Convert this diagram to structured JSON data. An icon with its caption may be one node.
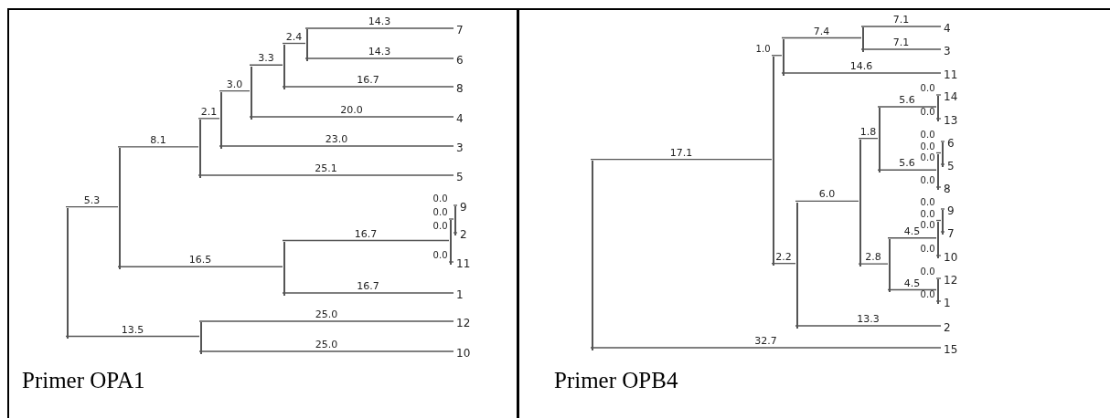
{
  "diagram": {
    "nodes": [
      {
        "text": [
          "Primer OPA1"
        ]
      },
      {
        "text": [
          "Primer OPB4"
        ]
      },
      {
        "text": [],
        "shape": "bar",
        "in": 0
      },
      {
        "text": [],
        "shape": "bar",
        "in": 0
      },
      {
        "text": [],
        "shape": "bar",
        "in": 0
      },
      {
        "text": [],
        "shape": "bar",
        "in": 0
      },
      {
        "text": [],
        "shape": "bar",
        "in": 0
      },
      {
        "text": [],
        "shape": "bar",
        "in": 0
      },
      {
        "text": [],
        "shape": "bar",
        "in": 0
      },
      {
        "text": [],
        "shape": "bar",
        "in": 0
      },
      {
        "text": [],
        "shape": "bar",
        "in": 0
      },
      {
        "text": [],
        "shape": "bar",
        "in": 0
      },
      {
        "text": [],
        "shape": "bar",
        "in": 0
      },
      {
        "text": [
          "7"
        ],
        "in": 0
      },
      {
        "text": [
          "6"
        ],
        "in": 0
      },
      {
        "text": [
          "8"
        ],
        "in": 0
      },
      {
        "text": [
          "4"
        ],
        "in": 0
      },
      {
        "text": [
          "3"
        ],
        "in": 0
      },
      {
        "text": [
          "5"
        ],
        "in": 0
      },
      {
        "text": [
          "9"
        ],
        "in": 0
      },
      {
        "text": [
          "2"
        ],
        "in": 0
      },
      {
        "text": [
          "11"
        ],
        "in": 0
      },
      {
        "text": [
          "1"
        ],
        "in": 0
      },
      {
        "text": [
          "12"
        ],
        "in": 0
      },
      {
        "text": [
          "10"
        ],
        "in": 0
      },
      {
        "text": [],
        "shape": "bar",
        "in": 1
      },
      {
        "text": [],
        "shape": "bar",
        "in": 1
      },
      {
        "text": [],
        "shape": "bar",
        "in": 1
      },
      {
        "text": [],
        "shape": "bar",
        "in": 1
      },
      {
        "text": [],
        "shape": "bar",
        "in": 1
      },
      {
        "text": [],
        "shape": "bar",
        "in": 1
      },
      {
        "text": [],
        "shape": "bar",
        "in": 1
      },
      {
        "text": [],
        "shape": "bar",
        "in": 1
      },
      {
        "text": [],
        "shape": "bar",
        "in": 1
      },
      {
        "text": [],
        "shape": "bar",
        "in": 1
      },
      {
        "text": [],
        "shape": "bar",
        "in": 1
      },
      {
        "text": [],
        "shape": "bar",
        "in": 1
      },
      {
        "text": [],
        "shape": "bar",
        "in": 1
      },
      {
        "text": [],
        "shape": "bar",
        "in": 1
      },
      {
        "text": [
          "4"
        ],
        "in": 1
      },
      {
        "text": [
          "3"
        ],
        "in": 1
      },
      {
        "text": [
          "11"
        ],
        "in": 1
      },
      {
        "text": [
          "14"
        ],
        "in": 1
      },
      {
        "text": [
          "13"
        ],
        "in": 1
      },
      {
        "text": [
          "6"
        ],
        "in": 1
      },
      {
        "text": [
          "5"
        ],
        "in": 1
      },
      {
        "text": [
          "8"
        ],
        "in": 1
      },
      {
        "text": [
          "9"
        ],
        "in": 1
      },
      {
        "text": [
          "7"
        ],
        "in": 1
      },
      {
        "text": [
          "10"
        ],
        "in": 1
      },
      {
        "text": [
          "12"
        ],
        "in": 1
      },
      {
        "text": [
          "1"
        ],
        "in": 1
      },
      {
        "text": [
          "2"
        ],
        "in": 1
      },
      {
        "text": [
          "15"
        ],
        "in": 1
      }
    ],
    "edges": [
      {
        "from": 2,
        "to": 3,
        "arrow": "none",
        "label": "5.3"
      },
      {
        "from": 2,
        "to": 5,
        "arrow": "none",
        "label": "13.5"
      },
      {
        "from": 3,
        "to": 4,
        "arrow": "none",
        "label": "8.1"
      },
      {
        "from": 3,
        "to": 9,
        "arrow": "none",
        "label": "16.5"
      },
      {
        "from": 4,
        "to": 6,
        "arrow": "none",
        "label": "2.1"
      },
      {
        "from": 4,
        "to": 18,
        "arrow": "none",
        "label": "25.1"
      },
      {
        "from": 6,
        "to": 7,
        "arrow": "none",
        "label": "3.0"
      },
      {
        "from": 6,
        "to": 17,
        "arrow": "none",
        "label": "23.0"
      },
      {
        "from": 7,
        "to": 8,
        "arrow": "none",
        "label": "3.3"
      },
      {
        "from": 7,
        "to": 16,
        "arrow": "none",
        "label": "20.0"
      },
      {
        "from": 8,
        "to": 10,
        "arrow": "none",
        "label": "2.4"
      },
      {
        "from": 8,
        "to": 15,
        "arrow": "none",
        "label": "16.7"
      },
      {
        "from": 10,
        "to": 13,
        "arrow": "none",
        "label": "14.3"
      },
      {
        "from": 10,
        "to": 14,
        "arrow": "none",
        "label": "14.3"
      },
      {
        "from": 9,
        "to": 11,
        "arrow": "none",
        "label": "16.7"
      },
      {
        "from": 9,
        "to": 22,
        "arrow": "none",
        "label": "16.7"
      },
      {
        "from": 11,
        "to": 12,
        "arrow": "none",
        "label": "0.0"
      },
      {
        "from": 11,
        "to": 21,
        "arrow": "none",
        "label": "0.0"
      },
      {
        "from": 12,
        "to": 19,
        "arrow": "none",
        "label": "0.0"
      },
      {
        "from": 12,
        "to": 20,
        "arrow": "none",
        "label": "0.0"
      },
      {
        "from": 5,
        "to": 23,
        "arrow": "none",
        "label": "25.0"
      },
      {
        "from": 5,
        "to": 24,
        "arrow": "none",
        "label": "25.0"
      },
      {
        "from": 25,
        "to": 26,
        "arrow": "none",
        "label": "17.1"
      },
      {
        "from": 25,
        "to": 53,
        "arrow": "none",
        "label": "32.7"
      },
      {
        "from": 26,
        "to": 27,
        "arrow": "none",
        "label": "1.0"
      },
      {
        "from": 26,
        "to": 28,
        "arrow": "none",
        "label": "2.2"
      },
      {
        "from": 27,
        "to": 30,
        "arrow": "none",
        "label": "7.4"
      },
      {
        "from": 27,
        "to": 41,
        "arrow": "none",
        "label": "14.6"
      },
      {
        "from": 30,
        "to": 39,
        "arrow": "none",
        "label": "7.1"
      },
      {
        "from": 30,
        "to": 40,
        "arrow": "none",
        "label": "7.1"
      },
      {
        "from": 28,
        "to": 29,
        "arrow": "none",
        "label": "6.0"
      },
      {
        "from": 28,
        "to": 52,
        "arrow": "none",
        "label": "13.3"
      },
      {
        "from": 29,
        "to": 31,
        "arrow": "none",
        "label": "1.8"
      },
      {
        "from": 29,
        "to": 32,
        "arrow": "none",
        "label": "2.8"
      },
      {
        "from": 31,
        "to": 33,
        "arrow": "none",
        "label": "5.6"
      },
      {
        "from": 31,
        "to": 34,
        "arrow": "none",
        "label": "5.6"
      },
      {
        "from": 33,
        "to": 42,
        "arrow": "none",
        "label": "0.0"
      },
      {
        "from": 33,
        "to": 43,
        "arrow": "none",
        "label": "0.0"
      },
      {
        "from": 34,
        "to": 37,
        "arrow": "none",
        "label": "0.0"
      },
      {
        "from": 34,
        "to": 46,
        "arrow": "none",
        "label": "0.0"
      },
      {
        "from": 37,
        "to": 44,
        "arrow": "none",
        "label": "0.0"
      },
      {
        "from": 37,
        "to": 45,
        "arrow": "none",
        "label": "0.0"
      },
      {
        "from": 32,
        "to": 35,
        "arrow": "none",
        "label": "4.5"
      },
      {
        "from": 32,
        "to": 36,
        "arrow": "none",
        "label": "4.5"
      },
      {
        "from": 35,
        "to": 38,
        "arrow": "none",
        "label": "0.0"
      },
      {
        "from": 35,
        "to": 49,
        "arrow": "none",
        "label": "0.0"
      },
      {
        "from": 38,
        "to": 47,
        "arrow": "none",
        "label": "0.0"
      },
      {
        "from": 38,
        "to": 48,
        "arrow": "none",
        "label": "0.0"
      },
      {
        "from": 36,
        "to": 50,
        "arrow": "none",
        "label": "0.0"
      },
      {
        "from": 36,
        "to": 51,
        "arrow": "none",
        "label": "0.0"
      }
    ]
  }
}
